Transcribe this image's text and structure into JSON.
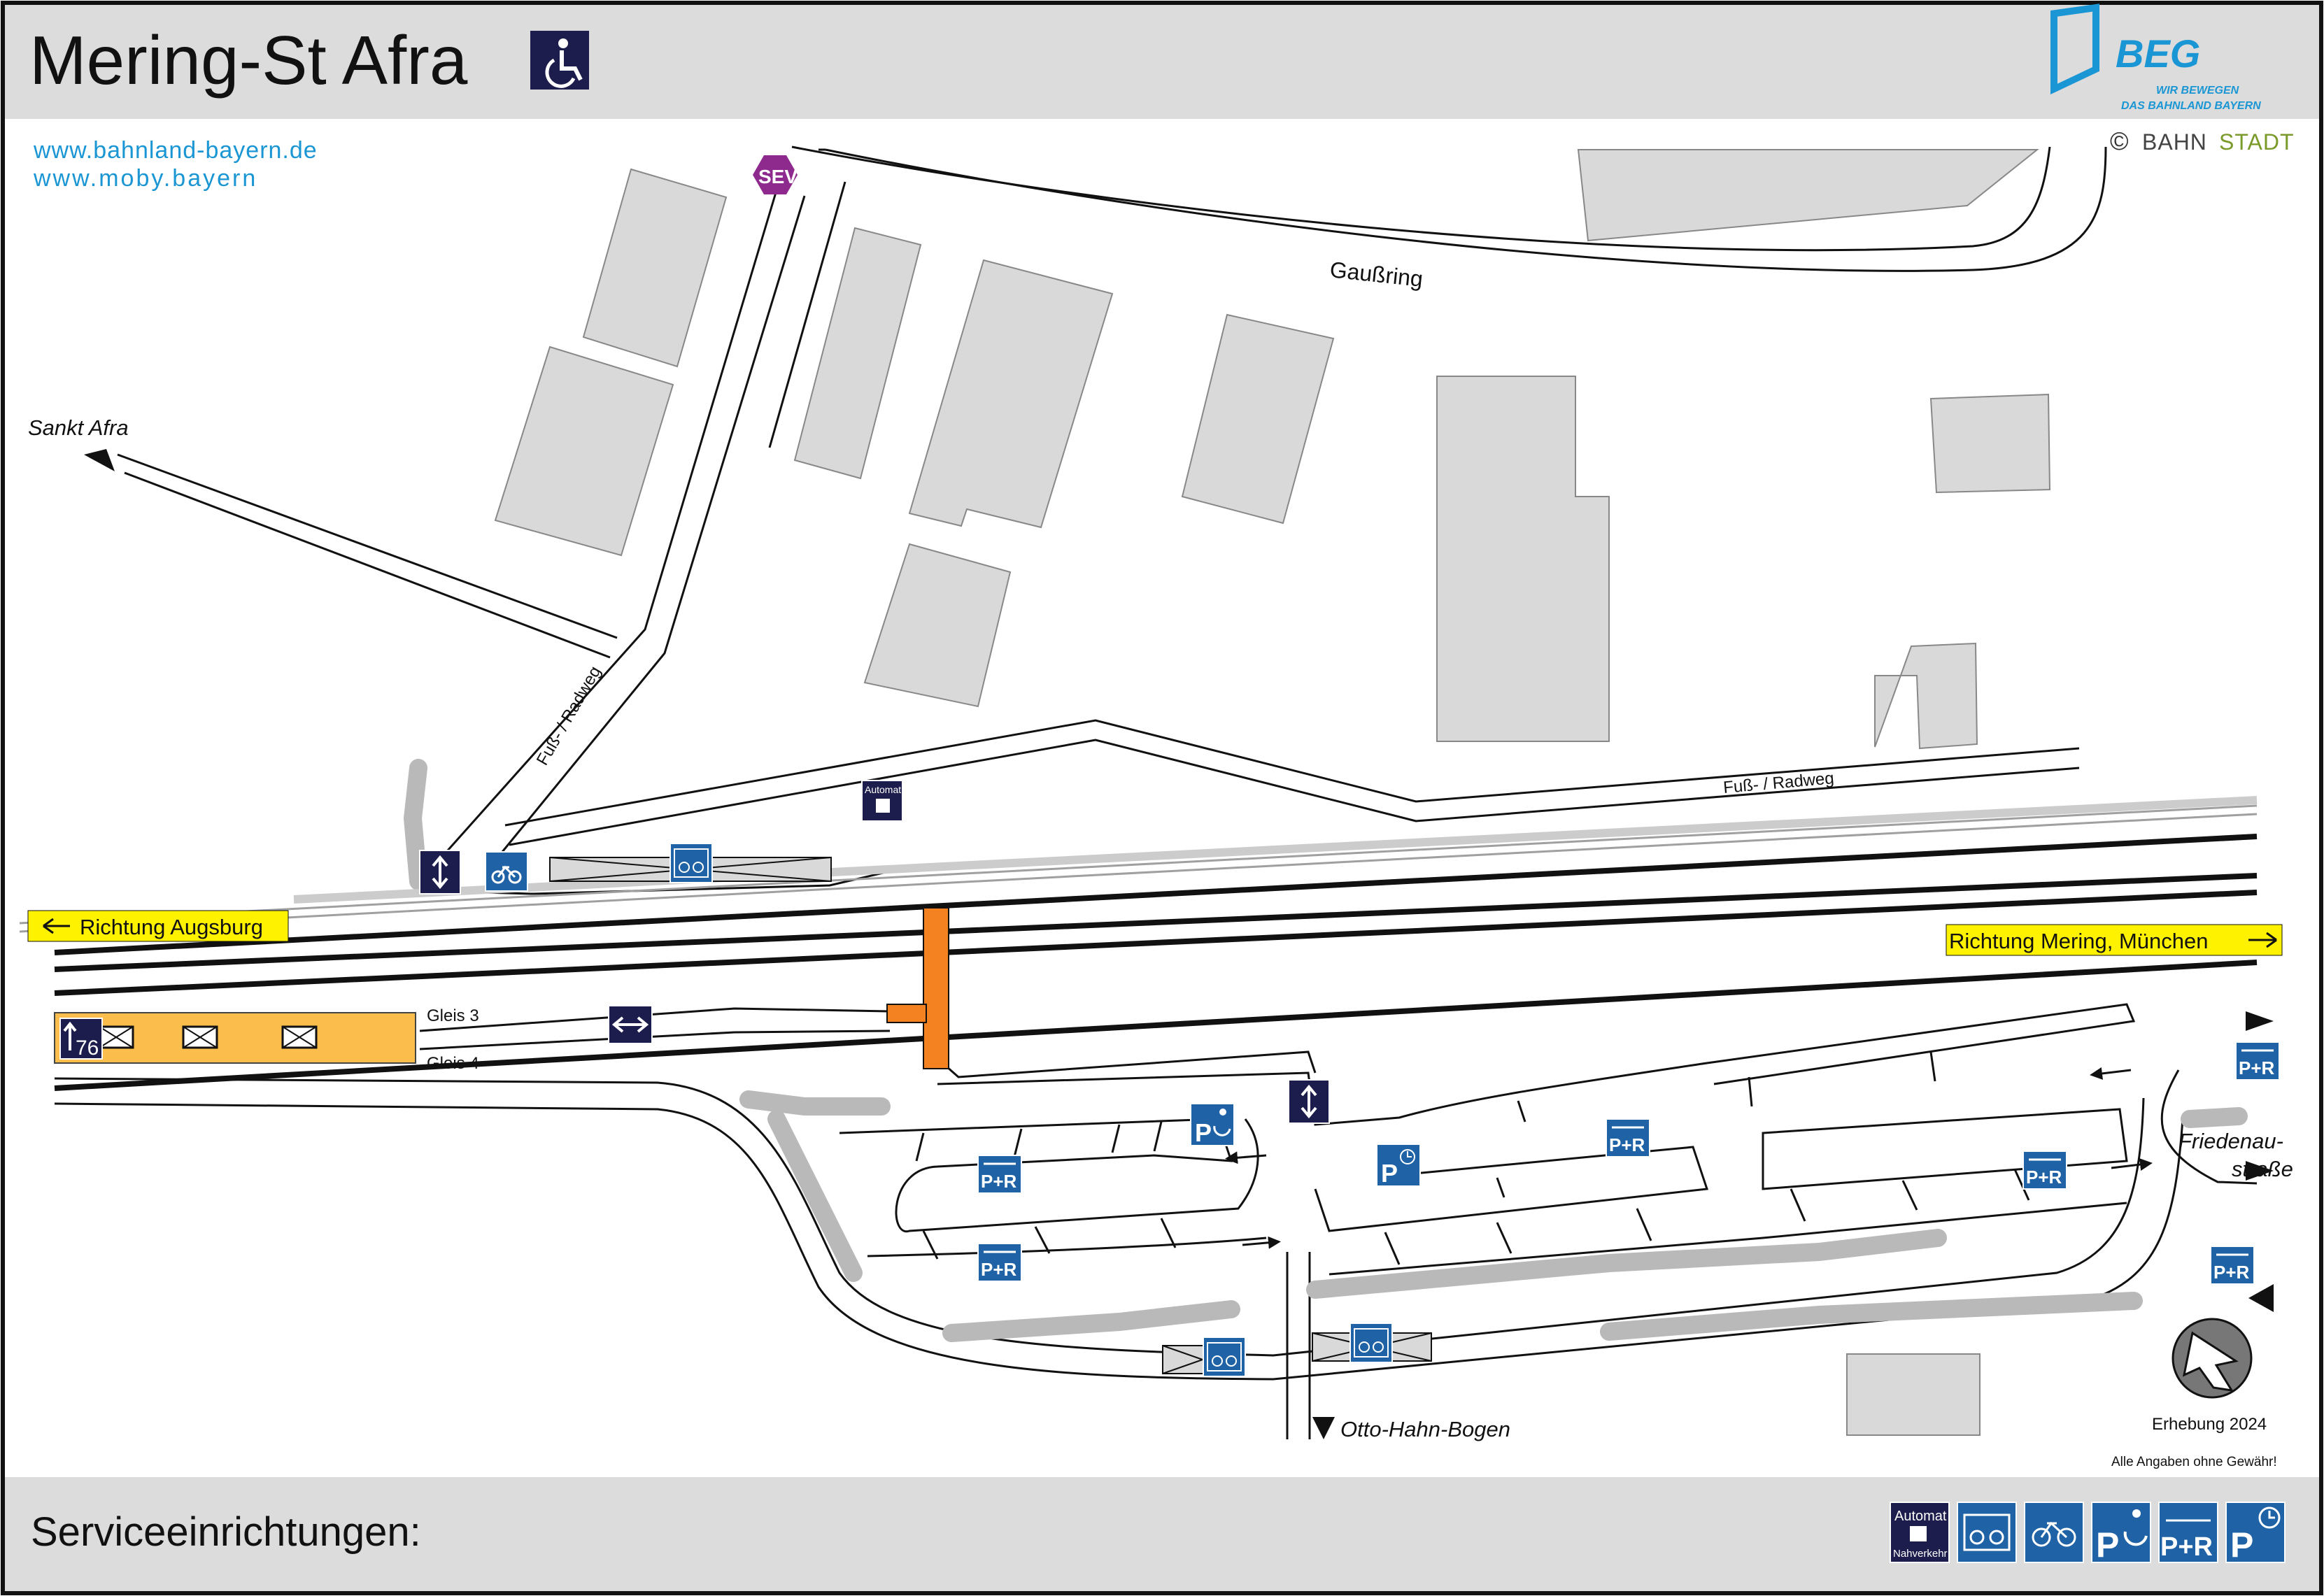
{
  "header": {
    "title": "Mering-St Afra",
    "accessibility_icon": "wheelchair-icon",
    "brand_name": "BEG",
    "brand_tagline_1": "WIR BEWEGEN",
    "brand_tagline_2": "DAS BAHNLAND BAYERN",
    "brand_color": "#1a96d4"
  },
  "links": [
    "www.bahnland-bayern.de",
    "www.moby.bayern"
  ],
  "copyright": {
    "symbol": "©",
    "part1": "BAHN",
    "part2": "STADT"
  },
  "map": {
    "street_gaussring": "Gaußring",
    "place_sankt_afra": "Sankt Afra",
    "path_label_left": "Fuß- / Radweg",
    "path_label_right": "Fuß- / Radweg",
    "direction_augsburg": "Richtung Augsburg",
    "direction_muenchen": "Richtung Mering, München",
    "track_3": "Gleis 3",
    "track_4": "Gleis 4",
    "platform_number": "76",
    "street_friedenau_1": "Friedenau-",
    "street_friedenau_2": "straße",
    "street_otto_hahn": "Otto-Hahn-Bogen",
    "sev_label": "SEV",
    "automat_label": "Automat",
    "pr_label": "P+R",
    "p_label": "P",
    "survey": "Erhebung 2024",
    "disclaimer": "Alle Angaben ohne Gewähr!",
    "colors": {
      "building": "#d9d9d9",
      "platform": "#fbbd4b",
      "underpass": "#f58220",
      "sign_blue": "#1f63a6",
      "sign_dark": "#1d1d4d",
      "direction_yellow": "#fff200",
      "sev_purple": "#8e2a8e"
    }
  },
  "footer": {
    "title": "Serviceeinrichtungen:",
    "automat_line1": "Automat",
    "automat_line2": "Nahverkehr",
    "icons": [
      "ticket-machine-icon",
      "bike-box-icon",
      "bike-parking-icon",
      "disabled-parking-icon",
      "park-and-ride-icon",
      "short-term-parking-icon"
    ]
  }
}
